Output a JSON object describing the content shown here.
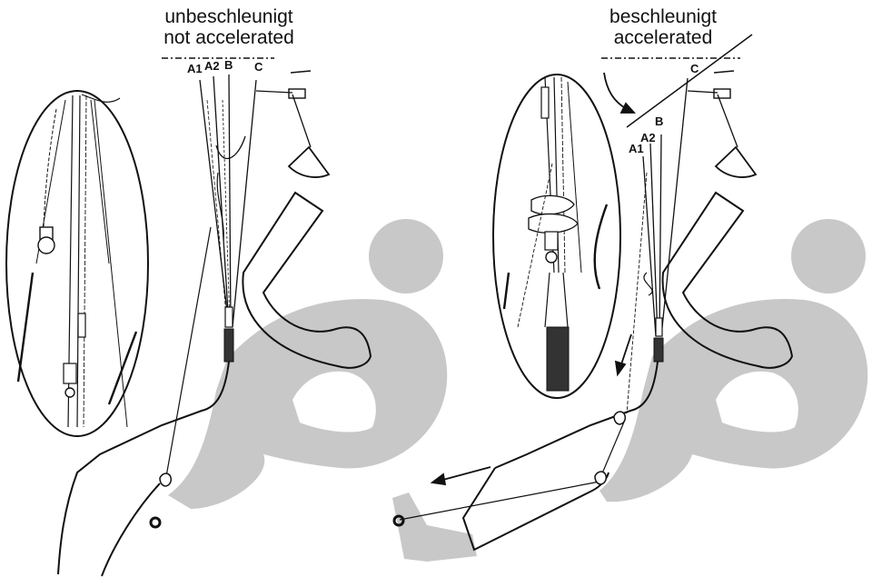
{
  "captions": {
    "left_de": "unbeschleunigt",
    "left_en": "not accelerated",
    "right_de": "beschleunigt",
    "right_en": "accelerated"
  },
  "riser_labels": {
    "left": [
      "A1",
      "A2",
      "B",
      "C"
    ],
    "right": [
      "A1",
      "A2",
      "B",
      "C"
    ]
  },
  "colors": {
    "body_gray": "#c8c8c8",
    "line": "#111111",
    "riser_dark": "#333333",
    "background": "#ffffff"
  }
}
